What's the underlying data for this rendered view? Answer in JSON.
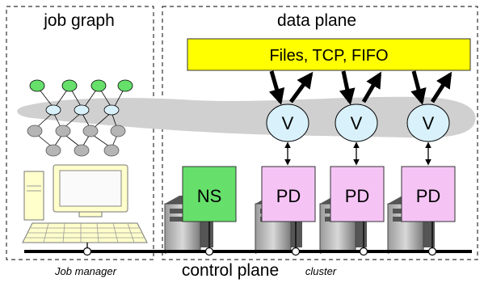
{
  "labels": {
    "job_graph": "job graph",
    "data_plane": "data plane",
    "channels": "Files, TCP, FIFO",
    "vertex": "V",
    "name_server": "NS",
    "process_daemon": "PD",
    "control_plane": "control plane",
    "job_manager": "Job manager",
    "cluster": "cluster"
  },
  "colors": {
    "channels_box": "#ffff00",
    "vertex_fill": "#d9f1fb",
    "name_server_fill": "#66e06b",
    "daemon_fill": "#f5c4f5",
    "graph_top_node": "#66e06b",
    "graph_mid_node": "#d9f1fb",
    "graph_bottom_node": "#b5b5b5",
    "cloud": "#d0d0d0",
    "monitor": "#ffffcc"
  },
  "icons": {
    "computer": "desktop-computer-icon",
    "server": "server-tower-icon"
  }
}
